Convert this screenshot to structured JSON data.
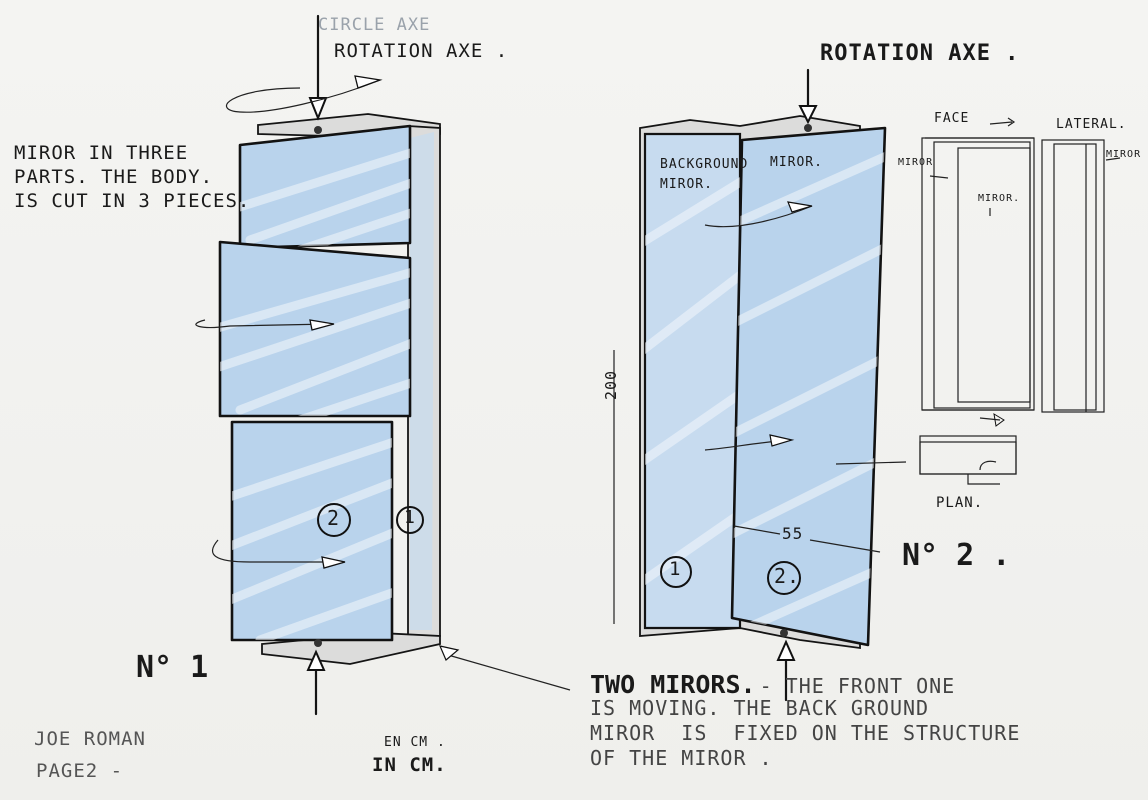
{
  "sheet": {
    "left": {
      "circle_axe": "CIRCLE AXE",
      "rotation_axe": "ROTATION AXE .",
      "miror_note": [
        "MIROR IN THREE",
        "PARTS. THE BODY.",
        "IS CUT IN 3 PIECES."
      ],
      "num_2": "2",
      "num_1": "1",
      "title": "N° 1"
    },
    "right": {
      "rotation_axe": "ROTATION AXE .",
      "background_miror": [
        "BACKGROUND",
        "MIROR."
      ],
      "miror": "MIROR.",
      "dimension_200": "200",
      "dimension_55": "55",
      "num_1": "1",
      "num_2": "2.",
      "title": "N° 2 .",
      "face": "FACE",
      "lateral": "LATERAL.",
      "miror_small_left": "MIROR",
      "miror_small_center": "MIROR.",
      "miror_small_right": "MIROR",
      "plan": "PLAN."
    },
    "footer": {
      "author": "JOE ROMAN",
      "page": "PAGE2 -",
      "unit_fr": "EN CM .",
      "unit_en": "IN CM.",
      "two_mirors_bold": "TWO MIRORS.",
      "two_mirors_rest": "- THE FRONT ONE",
      "line2": "IS MOVING. THE BACK GROUND",
      "line3": "MIROR  IS  FIXED ON THE STRUCTURE",
      "line4": "OF THE MIROR ."
    }
  }
}
